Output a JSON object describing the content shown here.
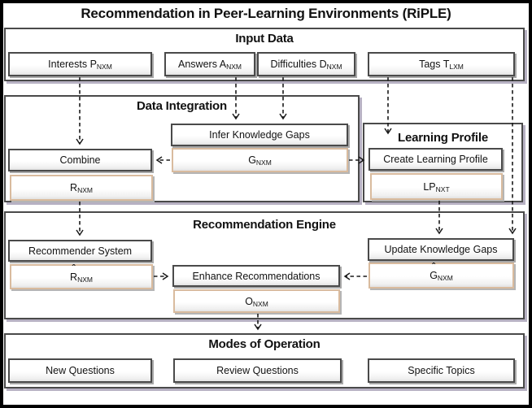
{
  "diagram": {
    "title": "Recommendation in Peer-Learning Environments (RiPLE)",
    "input": {
      "heading": "Input Data",
      "interests": {
        "base": "Interests P",
        "sub": "NXM"
      },
      "answers": {
        "base": "Answers A",
        "sub": "NXM"
      },
      "difficulties": {
        "base": "Difficulties D",
        "sub": "NXM"
      },
      "tags": {
        "base": "Tags T",
        "sub": "LXM"
      }
    },
    "integration": {
      "heading": "Data Integration",
      "infer": {
        "base": "Infer Knowledge Gaps"
      },
      "g": {
        "base": "G",
        "sub": "NXM"
      },
      "combine": {
        "base": "Combine"
      },
      "r": {
        "base": "R",
        "sub": "NXM"
      }
    },
    "profile": {
      "heading": "Learning Profile",
      "create": {
        "base": "Create Learning Profile"
      },
      "lp": {
        "base": "LP",
        "sub": "NXT"
      }
    },
    "engine": {
      "heading": "Recommendation Engine",
      "recommender": {
        "base": "Recommender System"
      },
      "rhat": {
        "hat": "ˆ",
        "base": "R",
        "sub": "NXM"
      },
      "enhance": {
        "base": "Enhance Recommendations"
      },
      "o": {
        "base": "O",
        "sub": "NXM"
      },
      "update": {
        "base": "Update Knowledge Gaps"
      },
      "ghat": {
        "hat": "ˆ",
        "base": "G",
        "sub": "NXM"
      }
    },
    "modes": {
      "heading": "Modes of Operation",
      "new_questions": {
        "base": "New Questions"
      },
      "review_questions": {
        "base": "Review Questions"
      },
      "specific_topics": {
        "base": "Specific Topics"
      }
    },
    "colors": {
      "container_border": "#4a4a4a",
      "container_shadow": "#b7b1c3",
      "box_border": "#4a4a4a",
      "tan_border": "#d9bb9e",
      "arrow": "#1a1a1a",
      "frame": "#000000"
    }
  }
}
